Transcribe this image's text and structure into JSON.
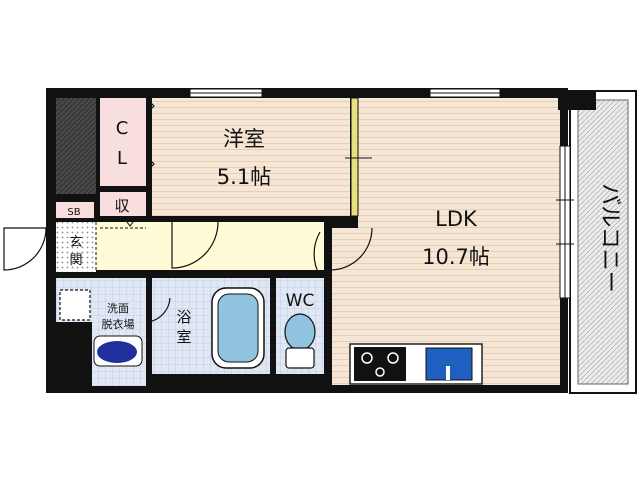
{
  "rooms": {
    "western": {
      "name": "洋室",
      "size": "5.1帖"
    },
    "ldk": {
      "name": "LDK",
      "size": "10.7帖"
    },
    "closet": {
      "line1": "C",
      "line2": "L"
    },
    "storage": {
      "name": "収"
    },
    "shoebox": {
      "name": "SB"
    },
    "entrance": {
      "line1": "玄",
      "line2": "関"
    },
    "washroom": {
      "line1": "洗面",
      "line2": "脱衣場"
    },
    "bath": {
      "line1": "浴",
      "line2": "室"
    },
    "wc": {
      "name": "WC"
    },
    "balcony": {
      "name": "バルコニー"
    }
  },
  "colors": {
    "wall": "#111111",
    "pillar": "#3a3a3a",
    "floor_wood": "#f6e6d6",
    "floor_line": "#e6cdb5",
    "corridor": "#fffbd6",
    "closet": "#f8dede",
    "tile": "#e0e8f5",
    "tile_line": "#b9c7de",
    "fixture_blue": "#8fc3de",
    "washer_blue": "#1f2f9b",
    "sink_blue": "#1f5fc0",
    "balcony": "#ececec",
    "partition_yellow": "#e8e07a"
  },
  "icons": [
    "door-swing-icon",
    "toilet-icon",
    "bathtub-icon",
    "stove-icon",
    "kitchen-sink-icon",
    "washer-icon",
    "window-icon"
  ]
}
